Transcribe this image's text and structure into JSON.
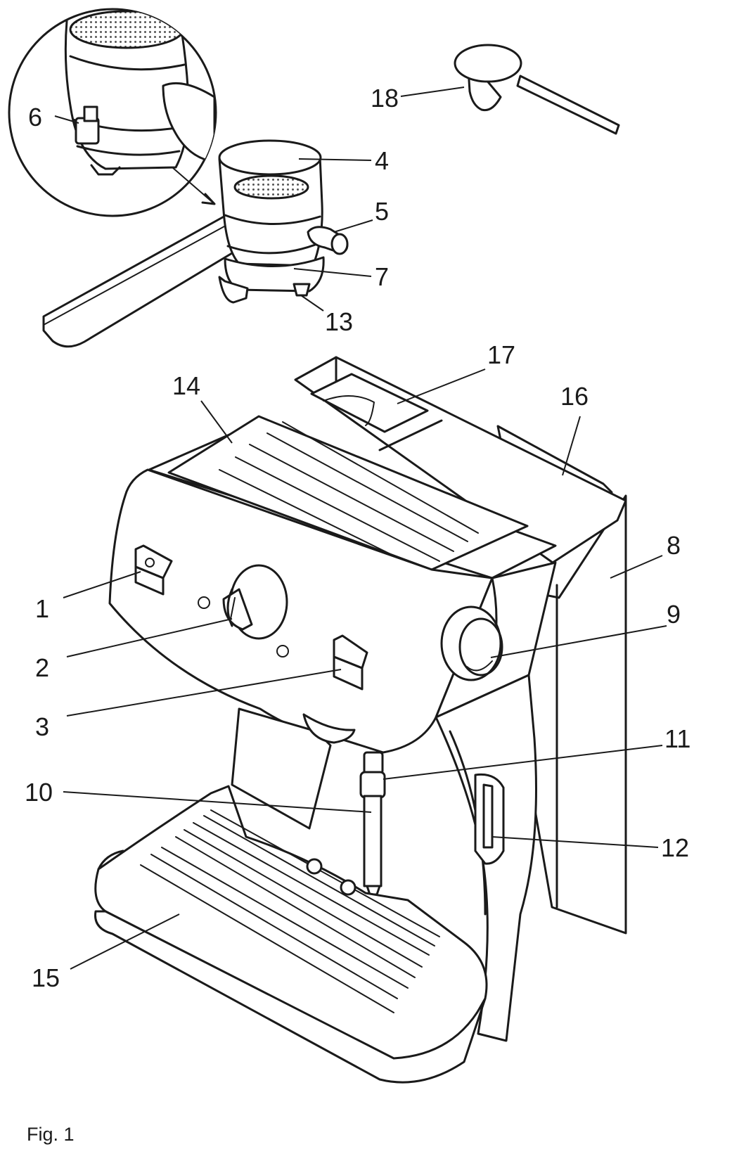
{
  "caption": "Fig. 1",
  "labels": [
    {
      "id": "1",
      "text": "1"
    },
    {
      "id": "2",
      "text": "2"
    },
    {
      "id": "3",
      "text": "3"
    },
    {
      "id": "4",
      "text": "4"
    },
    {
      "id": "5",
      "text": "5"
    },
    {
      "id": "6",
      "text": "6"
    },
    {
      "id": "7",
      "text": "7"
    },
    {
      "id": "8",
      "text": "8"
    },
    {
      "id": "9",
      "text": "9"
    },
    {
      "id": "10",
      "text": "10"
    },
    {
      "id": "11",
      "text": "11"
    },
    {
      "id": "12",
      "text": "12"
    },
    {
      "id": "13",
      "text": "13"
    },
    {
      "id": "14",
      "text": "14"
    },
    {
      "id": "15",
      "text": "15"
    },
    {
      "id": "16",
      "text": "16"
    },
    {
      "id": "17",
      "text": "17"
    },
    {
      "id": "18",
      "text": "18"
    }
  ]
}
